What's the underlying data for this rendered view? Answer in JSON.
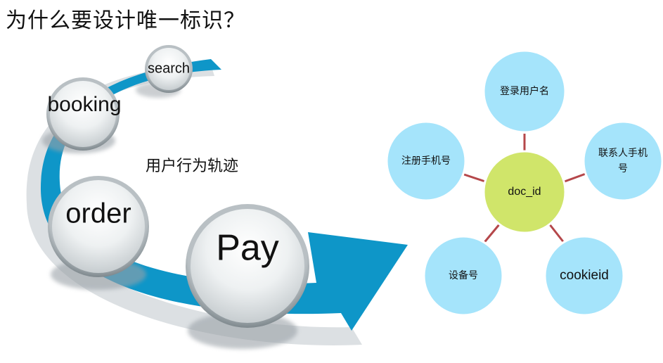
{
  "title": "为什么要设计唯一标识？",
  "flow": {
    "caption": "用户行为轨迹",
    "steps": [
      "search",
      "booking",
      "order",
      "Pay"
    ]
  },
  "id_graph": {
    "center": "doc_id",
    "nodes": [
      "登录用户名",
      "注册手机号",
      "联系人手机号",
      "设备号",
      "cookieid"
    ]
  },
  "colors": {
    "arrow": "#0e96c8",
    "node_fill": "#a5e4fb",
    "center_fill": "#d0e56a",
    "edge": "#b5474a",
    "sphere": "#dfe4e6"
  }
}
